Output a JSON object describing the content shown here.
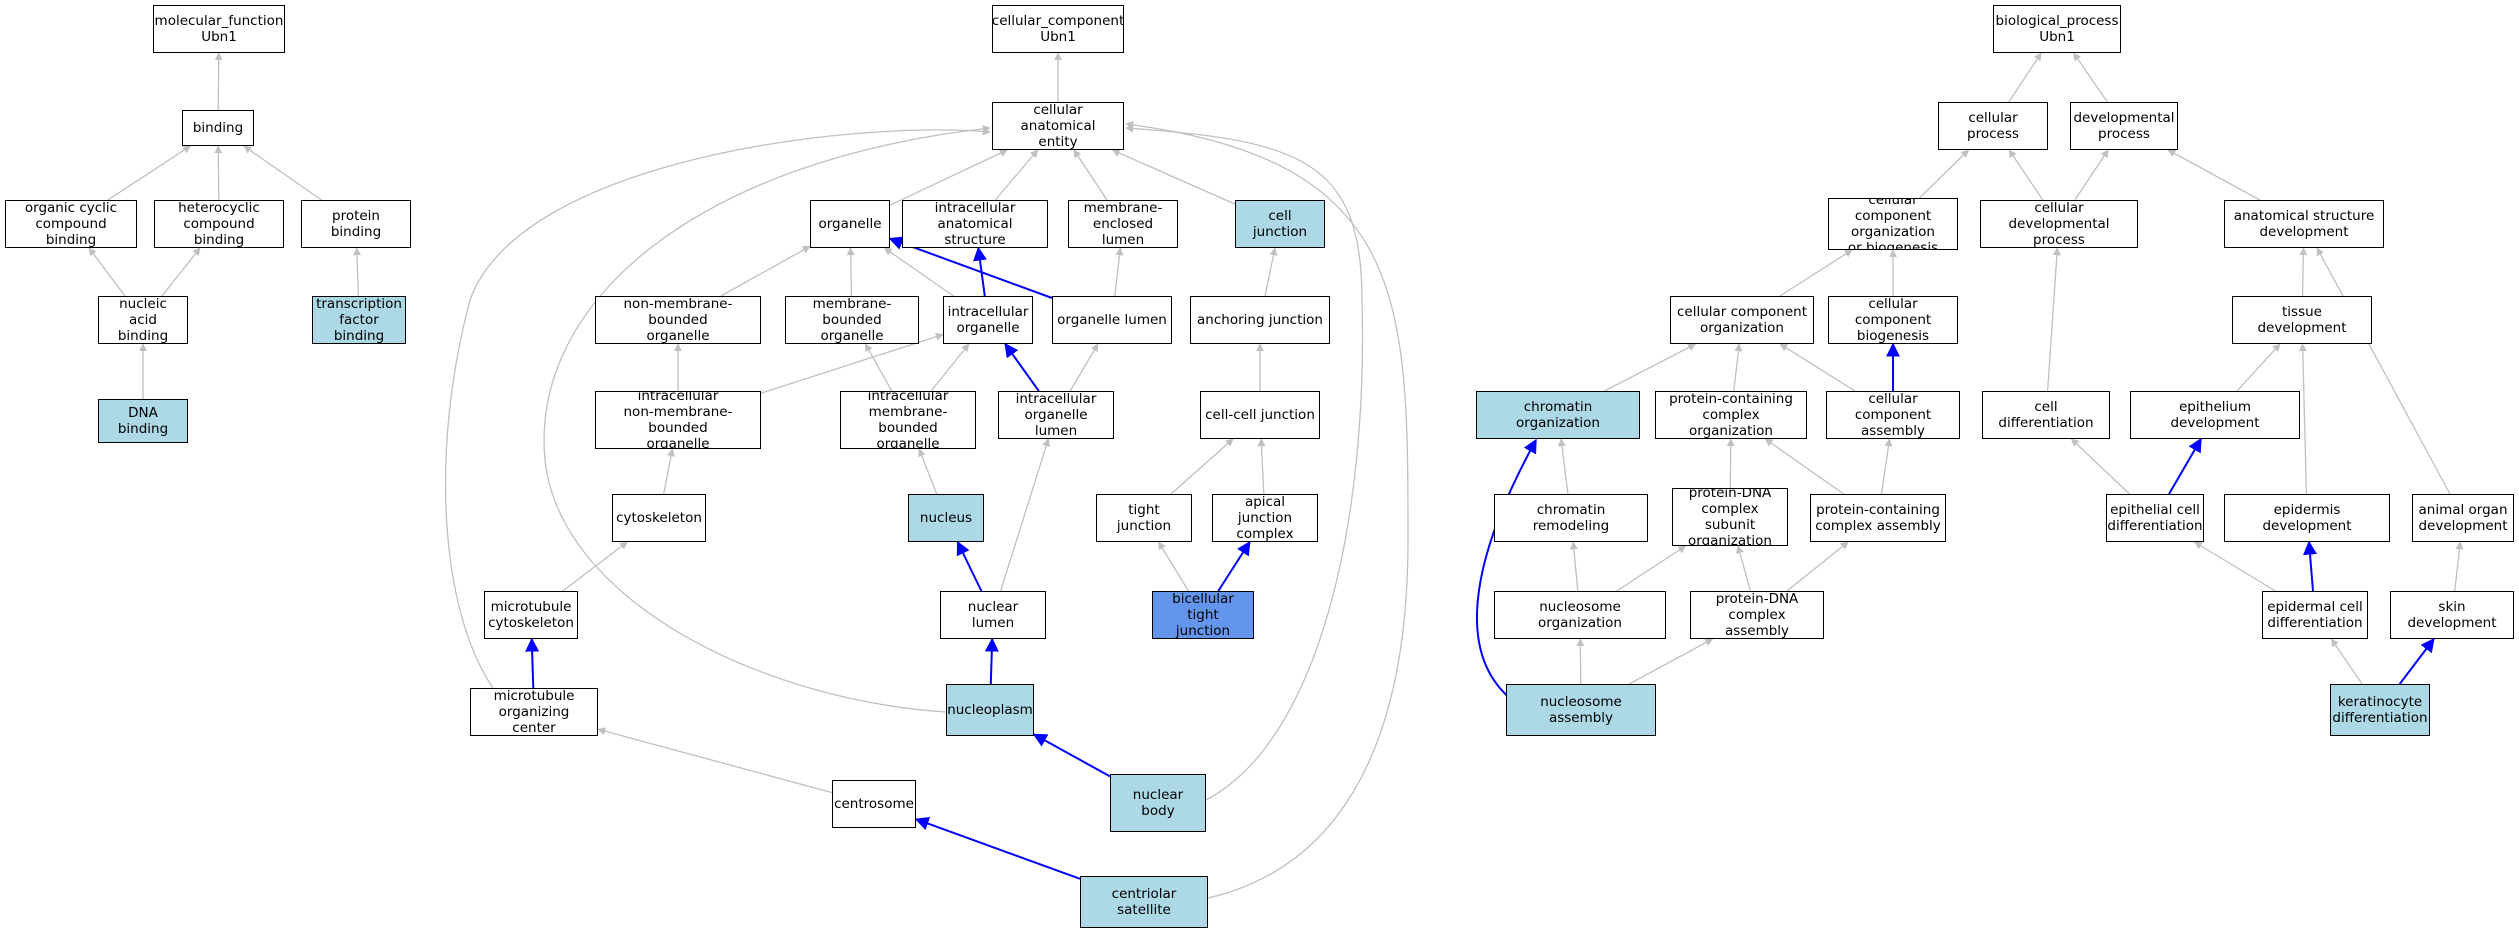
{
  "colors": {
    "gray_edge": "#c0c0c0",
    "blue_edge": "#0000ff",
    "light_blue_fill": "#add8e6",
    "cornflower_fill": "#6495ed",
    "plain_fill": "#ffffff"
  },
  "nodes": [
    {
      "id": "mf",
      "label": "molecular_function\nUbn1",
      "fill": "plain"
    },
    {
      "id": "binding",
      "label": "binding",
      "fill": "plain"
    },
    {
      "id": "ocb",
      "label": "organic cyclic\ncompound binding",
      "fill": "plain"
    },
    {
      "id": "hcb",
      "label": "heterocyclic\ncompound binding",
      "fill": "plain"
    },
    {
      "id": "pb",
      "label": "protein binding",
      "fill": "plain"
    },
    {
      "id": "nab",
      "label": "nucleic acid\nbinding",
      "fill": "plain"
    },
    {
      "id": "tfb",
      "label": "transcription\nfactor binding",
      "fill": "light"
    },
    {
      "id": "dnab",
      "label": "DNA binding",
      "fill": "light"
    },
    {
      "id": "cc",
      "label": "cellular_component\nUbn1",
      "fill": "plain"
    },
    {
      "id": "cae",
      "label": "cellular anatomical\nentity",
      "fill": "plain"
    },
    {
      "id": "org",
      "label": "organelle",
      "fill": "plain"
    },
    {
      "id": "ias",
      "label": "intracellular\nanatomical structure",
      "fill": "plain"
    },
    {
      "id": "mel",
      "label": "membrane-enclosed\nlumen",
      "fill": "plain"
    },
    {
      "id": "cj",
      "label": "cell junction",
      "fill": "light"
    },
    {
      "id": "nmbo",
      "label": "non-membrane-bounded\norganelle",
      "fill": "plain"
    },
    {
      "id": "mbo",
      "label": "membrane-bounded\norganelle",
      "fill": "plain"
    },
    {
      "id": "io",
      "label": "intracellular\norganelle",
      "fill": "plain"
    },
    {
      "id": "ol",
      "label": "organelle lumen",
      "fill": "plain"
    },
    {
      "id": "aj",
      "label": "anchoring junction",
      "fill": "plain"
    },
    {
      "id": "inmbo",
      "label": "intracellular\nnon-membrane-bounded\norganelle",
      "fill": "plain"
    },
    {
      "id": "imbo",
      "label": "intracellular\nmembrane-bounded\norganelle",
      "fill": "plain"
    },
    {
      "id": "iol",
      "label": "intracellular\norganelle lumen",
      "fill": "plain"
    },
    {
      "id": "ccj",
      "label": "cell-cell junction",
      "fill": "plain"
    },
    {
      "id": "cyto",
      "label": "cytoskeleton",
      "fill": "plain"
    },
    {
      "id": "nuc",
      "label": "nucleus",
      "fill": "light"
    },
    {
      "id": "tj",
      "label": "tight junction",
      "fill": "plain"
    },
    {
      "id": "ajc",
      "label": "apical junction\ncomplex",
      "fill": "plain"
    },
    {
      "id": "mtc",
      "label": "microtubule\ncytoskeleton",
      "fill": "plain"
    },
    {
      "id": "nl",
      "label": "nuclear lumen",
      "fill": "plain"
    },
    {
      "id": "btj",
      "label": "bicellular tight\njunction",
      "fill": "dark"
    },
    {
      "id": "moc",
      "label": "microtubule\norganizing center",
      "fill": "plain"
    },
    {
      "id": "np",
      "label": "nucleoplasm",
      "fill": "light"
    },
    {
      "id": "cs",
      "label": "centrosome",
      "fill": "plain"
    },
    {
      "id": "nb",
      "label": "nuclear body",
      "fill": "light"
    },
    {
      "id": "csat",
      "label": "centriolar satellite",
      "fill": "light"
    },
    {
      "id": "bp",
      "label": "biological_process\nUbn1",
      "fill": "plain"
    },
    {
      "id": "cp",
      "label": "cellular process",
      "fill": "plain"
    },
    {
      "id": "dp",
      "label": "developmental\nprocess",
      "fill": "plain"
    },
    {
      "id": "ccob",
      "label": "cellular component\norganization\nor biogenesis",
      "fill": "plain"
    },
    {
      "id": "cdp",
      "label": "cellular developmental\nprocess",
      "fill": "plain"
    },
    {
      "id": "asd",
      "label": "anatomical structure\ndevelopment",
      "fill": "plain"
    },
    {
      "id": "cco",
      "label": "cellular component\norganization",
      "fill": "plain"
    },
    {
      "id": "ccb",
      "label": "cellular component\nbiogenesis",
      "fill": "plain"
    },
    {
      "id": "td",
      "label": "tissue development",
      "fill": "plain"
    },
    {
      "id": "chro",
      "label": "chromatin organization",
      "fill": "light"
    },
    {
      "id": "pcco",
      "label": "protein-containing\ncomplex organization",
      "fill": "plain"
    },
    {
      "id": "cca",
      "label": "cellular component\nassembly",
      "fill": "plain"
    },
    {
      "id": "cd",
      "label": "cell differentiation",
      "fill": "plain"
    },
    {
      "id": "ed",
      "label": "epithelium development",
      "fill": "plain"
    },
    {
      "id": "chrr",
      "label": "chromatin remodeling",
      "fill": "plain"
    },
    {
      "id": "pdna_so",
      "label": "protein-DNA\ncomplex subunit\norganization",
      "fill": "plain"
    },
    {
      "id": "pcca",
      "label": "protein-containing\ncomplex assembly",
      "fill": "plain"
    },
    {
      "id": "ecd",
      "label": "epithelial cell\ndifferentiation",
      "fill": "plain"
    },
    {
      "id": "epd",
      "label": "epidermis development",
      "fill": "plain"
    },
    {
      "id": "aod",
      "label": "animal organ\ndevelopment",
      "fill": "plain"
    },
    {
      "id": "nso",
      "label": "nucleosome organization",
      "fill": "plain"
    },
    {
      "id": "pdca",
      "label": "protein-DNA\ncomplex assembly",
      "fill": "plain"
    },
    {
      "id": "edcd",
      "label": "epidermal cell\ndifferentiation",
      "fill": "plain"
    },
    {
      "id": "skd",
      "label": "skin development",
      "fill": "plain"
    },
    {
      "id": "nsa",
      "label": "nucleosome assembly",
      "fill": "light"
    },
    {
      "id": "kd",
      "label": "keratinocyte\ndifferentiation",
      "fill": "light"
    }
  ],
  "edges": [
    {
      "from": "binding",
      "to": "mf",
      "color": "gray"
    },
    {
      "from": "ocb",
      "to": "binding",
      "color": "gray"
    },
    {
      "from": "hcb",
      "to": "binding",
      "color": "gray"
    },
    {
      "from": "pb",
      "to": "binding",
      "color": "gray"
    },
    {
      "from": "nab",
      "to": "ocb",
      "color": "gray"
    },
    {
      "from": "nab",
      "to": "hcb",
      "color": "gray"
    },
    {
      "from": "tfb",
      "to": "pb",
      "color": "gray"
    },
    {
      "from": "dnab",
      "to": "nab",
      "color": "gray"
    },
    {
      "from": "cae",
      "to": "cc",
      "color": "gray"
    },
    {
      "from": "org",
      "to": "cae",
      "color": "gray"
    },
    {
      "from": "ias",
      "to": "cae",
      "color": "gray"
    },
    {
      "from": "mel",
      "to": "cae",
      "color": "gray"
    },
    {
      "from": "cj",
      "to": "cae",
      "color": "gray"
    },
    {
      "from": "nmbo",
      "to": "org",
      "color": "gray"
    },
    {
      "from": "mbo",
      "to": "org",
      "color": "gray"
    },
    {
      "from": "io",
      "to": "org",
      "color": "gray"
    },
    {
      "from": "io",
      "to": "ias",
      "color": "blue"
    },
    {
      "from": "ol",
      "to": "org",
      "color": "blue"
    },
    {
      "from": "ol",
      "to": "mel",
      "color": "gray"
    },
    {
      "from": "aj",
      "to": "cj",
      "color": "gray"
    },
    {
      "from": "inmbo",
      "to": "nmbo",
      "color": "gray"
    },
    {
      "from": "inmbo",
      "to": "io",
      "color": "gray"
    },
    {
      "from": "imbo",
      "to": "mbo",
      "color": "gray"
    },
    {
      "from": "imbo",
      "to": "io",
      "color": "gray"
    },
    {
      "from": "iol",
      "to": "io",
      "color": "blue"
    },
    {
      "from": "iol",
      "to": "ol",
      "color": "gray"
    },
    {
      "from": "ccj",
      "to": "aj",
      "color": "gray"
    },
    {
      "from": "cyto",
      "to": "inmbo",
      "color": "gray"
    },
    {
      "from": "nuc",
      "to": "imbo",
      "color": "gray"
    },
    {
      "from": "tj",
      "to": "ccj",
      "color": "gray"
    },
    {
      "from": "ajc",
      "to": "ccj",
      "color": "gray"
    },
    {
      "from": "mtc",
      "to": "cyto",
      "color": "gray"
    },
    {
      "from": "nl",
      "to": "nuc",
      "color": "blue"
    },
    {
      "from": "nl",
      "to": "iol",
      "color": "gray"
    },
    {
      "from": "btj",
      "to": "tj",
      "color": "gray"
    },
    {
      "from": "btj",
      "to": "ajc",
      "color": "blue"
    },
    {
      "from": "moc",
      "to": "mtc",
      "color": "blue"
    },
    {
      "from": "moc",
      "to": "cae",
      "color": "gray",
      "curve": "moc"
    },
    {
      "from": "np",
      "to": "nl",
      "color": "blue"
    },
    {
      "from": "np",
      "to": "cae",
      "color": "gray",
      "curve": "np"
    },
    {
      "from": "cs",
      "to": "moc",
      "color": "gray"
    },
    {
      "from": "nb",
      "to": "np",
      "color": "blue"
    },
    {
      "from": "nb",
      "to": "cae",
      "color": "gray",
      "curve": "nb"
    },
    {
      "from": "csat",
      "to": "cs",
      "color": "blue"
    },
    {
      "from": "csat",
      "to": "cae",
      "color": "gray",
      "curve": "csat"
    },
    {
      "from": "cp",
      "to": "bp",
      "color": "gray"
    },
    {
      "from": "dp",
      "to": "bp",
      "color": "gray"
    },
    {
      "from": "ccob",
      "to": "cp",
      "color": "gray"
    },
    {
      "from": "cdp",
      "to": "cp",
      "color": "gray"
    },
    {
      "from": "cdp",
      "to": "dp",
      "color": "gray"
    },
    {
      "from": "asd",
      "to": "dp",
      "color": "gray"
    },
    {
      "from": "cco",
      "to": "ccob",
      "color": "gray"
    },
    {
      "from": "ccb",
      "to": "ccob",
      "color": "gray"
    },
    {
      "from": "td",
      "to": "asd",
      "color": "gray"
    },
    {
      "from": "chro",
      "to": "cco",
      "color": "gray"
    },
    {
      "from": "pcco",
      "to": "cco",
      "color": "gray"
    },
    {
      "from": "cca",
      "to": "cco",
      "color": "gray"
    },
    {
      "from": "cca",
      "to": "ccb",
      "color": "blue"
    },
    {
      "from": "cd",
      "to": "cdp",
      "color": "gray"
    },
    {
      "from": "ed",
      "to": "td",
      "color": "gray"
    },
    {
      "from": "chrr",
      "to": "chro",
      "color": "gray"
    },
    {
      "from": "pdna_so",
      "to": "pcco",
      "color": "gray"
    },
    {
      "from": "pcca",
      "to": "pcco",
      "color": "gray"
    },
    {
      "from": "pcca",
      "to": "cca",
      "color": "gray"
    },
    {
      "from": "ecd",
      "to": "cd",
      "color": "gray"
    },
    {
      "from": "ecd",
      "to": "ed",
      "color": "blue"
    },
    {
      "from": "epd",
      "to": "td",
      "color": "gray"
    },
    {
      "from": "aod",
      "to": "asd",
      "color": "gray"
    },
    {
      "from": "nso",
      "to": "chrr",
      "color": "gray"
    },
    {
      "from": "nso",
      "to": "pdna_so",
      "color": "gray"
    },
    {
      "from": "pdca",
      "to": "pdna_so",
      "color": "gray"
    },
    {
      "from": "pdca",
      "to": "pcca",
      "color": "gray"
    },
    {
      "from": "edcd",
      "to": "ecd",
      "color": "gray"
    },
    {
      "from": "edcd",
      "to": "epd",
      "color": "blue"
    },
    {
      "from": "skd",
      "to": "aod",
      "color": "gray"
    },
    {
      "from": "nsa",
      "to": "nso",
      "color": "gray"
    },
    {
      "from": "nsa",
      "to": "pdca",
      "color": "gray"
    },
    {
      "from": "nsa",
      "to": "chro",
      "color": "blue",
      "curve": "nsa"
    },
    {
      "from": "kd",
      "to": "edcd",
      "color": "gray"
    },
    {
      "from": "kd",
      "to": "skd",
      "color": "blue"
    }
  ]
}
